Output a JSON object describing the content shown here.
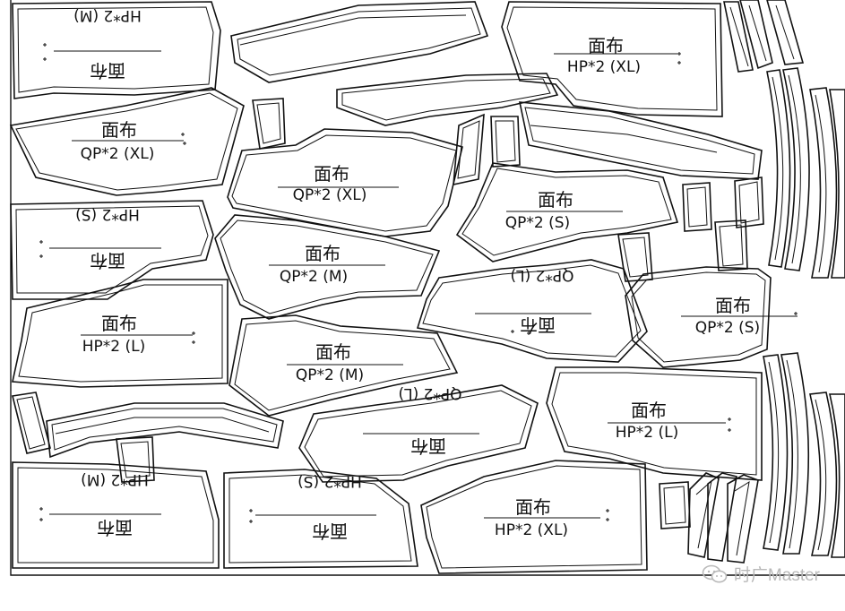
{
  "marker": {
    "fabric_label": "面布",
    "pieces": [
      {
        "id": "p1",
        "size_label": "HP*2 (M)",
        "flipped": true
      },
      {
        "id": "p2",
        "size_label": "HP*2 (XL)",
        "flipped": false
      },
      {
        "id": "p3",
        "size_label": "QP*2 (XL)",
        "flipped": false
      },
      {
        "id": "p4",
        "size_label": "QP*2 (XL)",
        "flipped": false
      },
      {
        "id": "p5",
        "size_label": "HP*2 (S)",
        "flipped": true
      },
      {
        "id": "p6",
        "size_label": "QP*2 (M)",
        "flipped": false
      },
      {
        "id": "p7",
        "size_label": "QP*2 (S)",
        "flipped": false
      },
      {
        "id": "p8",
        "size_label": "QP*2 (L)",
        "flipped": true
      },
      {
        "id": "p9",
        "size_label": "HP*2 (L)",
        "flipped": false
      },
      {
        "id": "p10",
        "size_label": "QP*2 (M)",
        "flipped": false
      },
      {
        "id": "p11",
        "size_label": "QP*2 (S)",
        "flipped": false
      },
      {
        "id": "p12",
        "size_label": "QP*2 (L)",
        "flipped": true
      },
      {
        "id": "p13",
        "size_label": "HP*2 (L)",
        "flipped": false
      },
      {
        "id": "p14",
        "size_label": "HP*2 (M)",
        "flipped": true
      },
      {
        "id": "p15",
        "size_label": "HP*2 (S)",
        "flipped": true
      },
      {
        "id": "p16",
        "size_label": "HP*2 (XL)",
        "flipped": false
      }
    ]
  },
  "watermark": {
    "text": "时广Master",
    "icon": "wechat-icon",
    "color": "#b9b9b9"
  }
}
